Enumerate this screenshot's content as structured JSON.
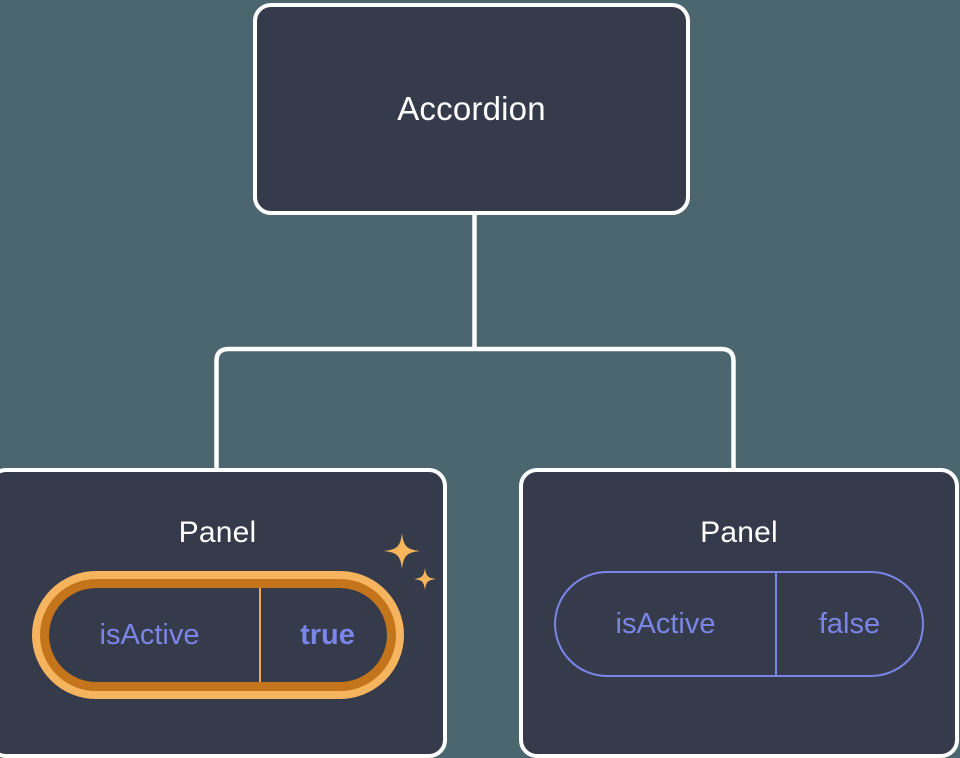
{
  "canvas": {
    "background_color": "#4c6670",
    "node_fill_color": "#353b4a",
    "node_border_color": "#ffffff",
    "edge_color": "#ffffff",
    "prop_text_color": "#7b85e8",
    "highlight_ring_outer_color": "#c4751c",
    "highlight_ring_inner_color": "#f6b45e",
    "sparkle_color": "#f9b65c"
  },
  "tree": {
    "root": {
      "title": "Accordion"
    },
    "children": [
      {
        "title": "Panel",
        "highlighted": true,
        "prop": {
          "key": "isActive",
          "value": "true"
        }
      },
      {
        "title": "Panel",
        "highlighted": false,
        "prop": {
          "key": "isActive",
          "value": "false"
        }
      }
    ]
  },
  "icons": {
    "sparkle_large": "sparkle-icon",
    "sparkle_small": "sparkle-small-icon"
  }
}
